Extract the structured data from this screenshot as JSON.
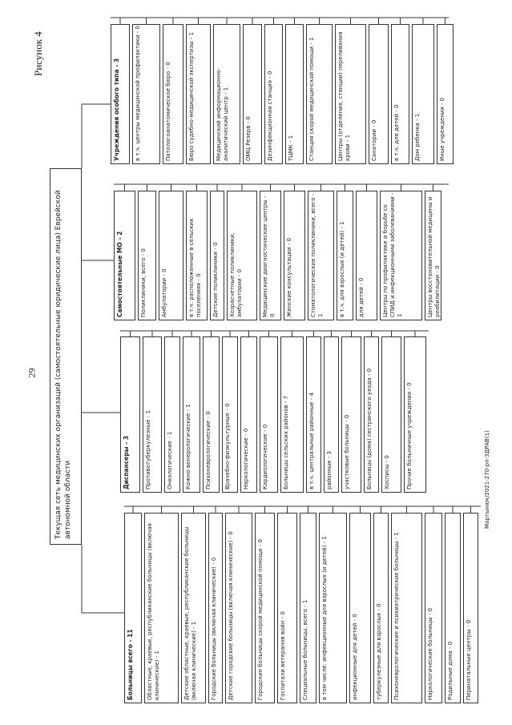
{
  "page_number": "29",
  "caption": "Рисунок 4",
  "footer": "Мартынюк/2021-270-рп-ЗДРАВ(1)",
  "root": "Текущая сеть медицинских организаций (самостоятельные юридические лица) Еврейской автономной области",
  "hospitals": {
    "title": "Больницы всего - 11",
    "items": [
      "Областные, краевые, республиканские больницы (включая клинические) - 1",
      "Детские областные, краевые, республиканские больницы (включая клинические) - 1",
      "Городские больницы (включая клинические) - 0",
      "Детские городские больницы (включая клинические) - 0",
      "Городские больницы скорой медицинской помощи - 0",
      "Госпитали ветеранов войн - 0",
      "Специальные больницы, всего - 1",
      "в том числе: инфекционные для взрослых (и детей) - 1",
      "инфекционные для детей - 0",
      "туберкулезные для взрослых - 0",
      "Психоневрологические и психиатрические больницы - 1",
      "Наркологические больницы - 0",
      "Родильные дома - 0",
      "Перинатальные центры - 0"
    ]
  },
  "dispensaries": {
    "title": "Диспансеры - 3",
    "items": [
      "Противотуберкулезные - 1",
      "Онкологические - 1",
      "Кожно-венерологические - 1",
      "Психоневрологические - 0",
      "Врачебно-физкультурные - 0",
      "Наркологические - 0",
      "Кардиологические - 0"
    ],
    "extras": [
      "Больницы сельских районов - 7",
      "в т.ч. центральные районные - 4",
      "районные - 3",
      "участковые больницы - 0",
      "Больницы (дома) сестринского ухода - 0",
      "Хосписы - 0",
      "Прочие больничные учреждения - 0"
    ]
  },
  "mo": {
    "title": "Самостоятельные МО - 2",
    "items": [
      "Поликлиники, всего - 0",
      "Амбулатории - 0",
      "в т.ч. расположенные в сельских поселениях - 0",
      "Детские поликлиники - 0",
      "Хозрасчетные поликлиники, амбулатории - 0",
      "Медицинские диагностические центры - 0",
      "Женские консультации - 0",
      "Стоматологические поликлиники, всего - 1",
      "в т.ч. для взрослых (и детей) - 1",
      "для детей - 0",
      "Центры по профилактике и борьбе со СПИД и инфекционными заболеваниями - 1",
      "Центры восстановительной медицины и реабилитации - 0"
    ]
  },
  "special": {
    "title": "Учреждения особого типа - 3",
    "items": [
      "в т.ч. центры медицинской профилактики - 0",
      "Патологоанатомическое бюро - 0",
      "Бюро судебно-медицинской экспертизы - 1",
      "Медицинский информационно-аналитический центр - 1",
      "ОМЦ Резерв - 0",
      "Дезинфекционная станция - 0",
      "ТЦМК - 1"
    ],
    "extras": [
      "Станция скорой медицинской помощи - 1",
      "Центры (отделения, станции) переливания крови - 1",
      "Санатории - 0",
      "в т.ч. для детей - 0",
      "Дом ребенка - 1",
      "Иные учреждения - 0"
    ]
  }
}
